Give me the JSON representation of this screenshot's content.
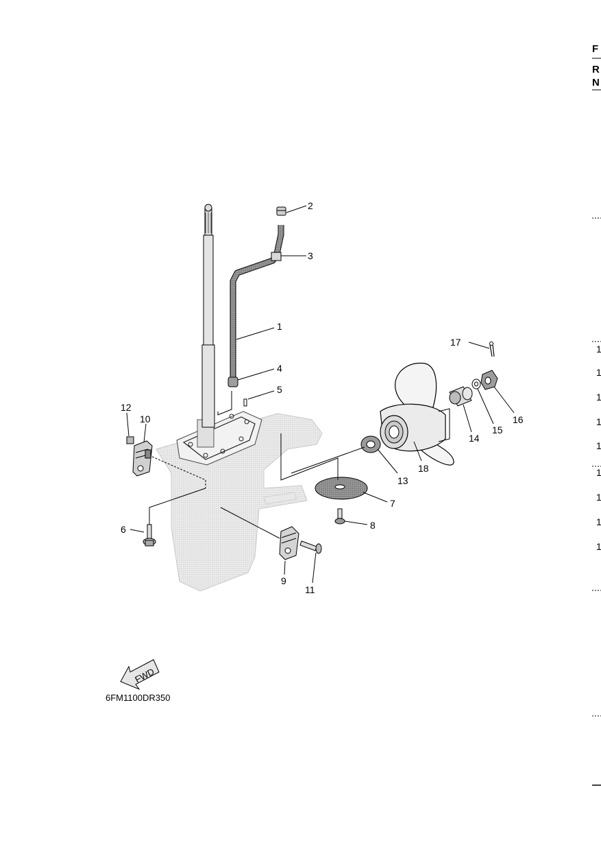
{
  "diagram": {
    "code": "6FM1100DR350",
    "fwd_label": "FWD",
    "part_numbers": [
      "1",
      "2",
      "3",
      "4",
      "5",
      "6",
      "7",
      "8",
      "9",
      "10",
      "11",
      "12",
      "13",
      "14",
      "15",
      "16",
      "17",
      "18"
    ]
  },
  "edge": {
    "letters": [
      "F",
      "R",
      "N"
    ],
    "ones": [
      "1",
      "1",
      "1",
      "1",
      "1",
      "1",
      "1",
      "1",
      "1"
    ]
  },
  "colors": {
    "ink": "#000000",
    "housing": "#e6e6e6",
    "paper": "#ffffff"
  }
}
